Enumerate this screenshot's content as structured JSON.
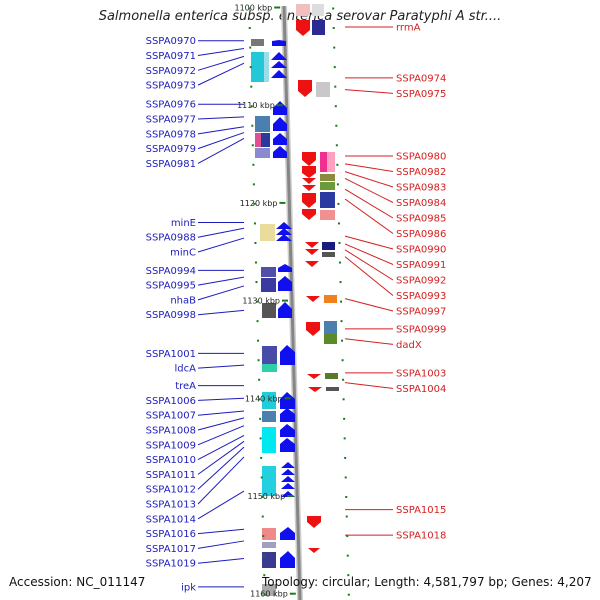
{
  "title": "Salmonella enterica subsp. enterica serovar Paratyphi A str....",
  "accession_text": "Accession: NC_011147",
  "summary_text": "Topology: circular; Length: 4,581,797 bp; Genes: 4,207",
  "scale": {
    "ticks": [
      {
        "label": "1100 kbp",
        "kbp": 1100
      },
      {
        "label": "1110 kbp",
        "kbp": 1110
      },
      {
        "label": "1120 kbp",
        "kbp": 1120
      },
      {
        "label": "1130 kbp",
        "kbp": 1130
      },
      {
        "label": "1140 kbp",
        "kbp": 1140
      },
      {
        "label": "1150 kbp",
        "kbp": 1150
      },
      {
        "label": "1160 kbp",
        "kbp": 1160
      }
    ]
  },
  "colors": {
    "forward_strand": "#1010ee",
    "reverse_strand": "#ee1111",
    "left_labels": "#1c1cbe",
    "right_labels": "#d42020",
    "backbone": "#888888",
    "minor_ticks": "#1a7a1a"
  },
  "left_genes": [
    {
      "name": "SSPA0970",
      "kbp": 1103.4
    },
    {
      "name": "SSPA0971",
      "kbp": 1104.2
    },
    {
      "name": "SSPA0972",
      "kbp": 1105.0
    },
    {
      "name": "SSPA0973",
      "kbp": 1105.7
    },
    {
      "name": "SSPA0976",
      "kbp": 1109.9
    },
    {
      "name": "SSPA0977",
      "kbp": 1111.2
    },
    {
      "name": "SSPA0978",
      "kbp": 1112.2
    },
    {
      "name": "SSPA0979",
      "kbp": 1112.8
    },
    {
      "name": "SSPA0981",
      "kbp": 1113.4
    },
    {
      "name": "minE",
      "kbp": 1122.0
    },
    {
      "name": "SSPA0988",
      "kbp": 1122.6
    },
    {
      "name": "minC",
      "kbp": 1123.6
    },
    {
      "name": "SSPA0994",
      "kbp": 1126.9
    },
    {
      "name": "SSPA0995",
      "kbp": 1127.6
    },
    {
      "name": "nhaB",
      "kbp": 1128.5
    },
    {
      "name": "SSPA0998",
      "kbp": 1131.0
    },
    {
      "name": "SSPA1001",
      "kbp": 1135.4
    },
    {
      "name": "ldcA",
      "kbp": 1136.6
    },
    {
      "name": "treA",
      "kbp": 1138.7
    },
    {
      "name": "SSPA1006",
      "kbp": 1140.0
    },
    {
      "name": "SSPA1007",
      "kbp": 1141.3
    },
    {
      "name": "SSPA1008",
      "kbp": 1142.0
    },
    {
      "name": "SSPA1009",
      "kbp": 1142.8
    },
    {
      "name": "SSPA1010",
      "kbp": 1143.8
    },
    {
      "name": "SSPA1011",
      "kbp": 1144.4
    },
    {
      "name": "SSPA1012",
      "kbp": 1145.0
    },
    {
      "name": "SSPA1013",
      "kbp": 1146.0
    },
    {
      "name": "SSPA1014",
      "kbp": 1149.5
    },
    {
      "name": "SSPA1016",
      "kbp": 1153.4
    },
    {
      "name": "SSPA1017",
      "kbp": 1154.6
    },
    {
      "name": "SSPA1019",
      "kbp": 1156.4
    },
    {
      "name": "ipk",
      "kbp": 1159.3
    }
  ],
  "right_genes": [
    {
      "name": "rrmA",
      "kbp": 1102.0
    },
    {
      "name": "SSPA0974",
      "kbp": 1107.2
    },
    {
      "name": "SSPA0975",
      "kbp": 1108.4
    },
    {
      "name": "SSPA0980",
      "kbp": 1115.2
    },
    {
      "name": "SSPA0982",
      "kbp": 1116.0
    },
    {
      "name": "SSPA0983",
      "kbp": 1116.8
    },
    {
      "name": "SSPA0984",
      "kbp": 1117.5
    },
    {
      "name": "SSPA0985",
      "kbp": 1118.6
    },
    {
      "name": "SSPA0986",
      "kbp": 1119.6
    },
    {
      "name": "SSPA0990",
      "kbp": 1123.4
    },
    {
      "name": "SSPA0991",
      "kbp": 1124.2
    },
    {
      "name": "SSPA0992",
      "kbp": 1124.8
    },
    {
      "name": "SSPA0993",
      "kbp": 1125.5
    },
    {
      "name": "SSPA0997",
      "kbp": 1129.8
    },
    {
      "name": "SSPA0999",
      "kbp": 1132.9
    },
    {
      "name": "dadX",
      "kbp": 1133.9
    },
    {
      "name": "SSPA1003",
      "kbp": 1137.4
    },
    {
      "name": "SSPA1004",
      "kbp": 1138.4
    },
    {
      "name": "SSPA1015",
      "kbp": 1151.4
    },
    {
      "name": "SSPA1018",
      "kbp": 1154.0
    }
  ]
}
